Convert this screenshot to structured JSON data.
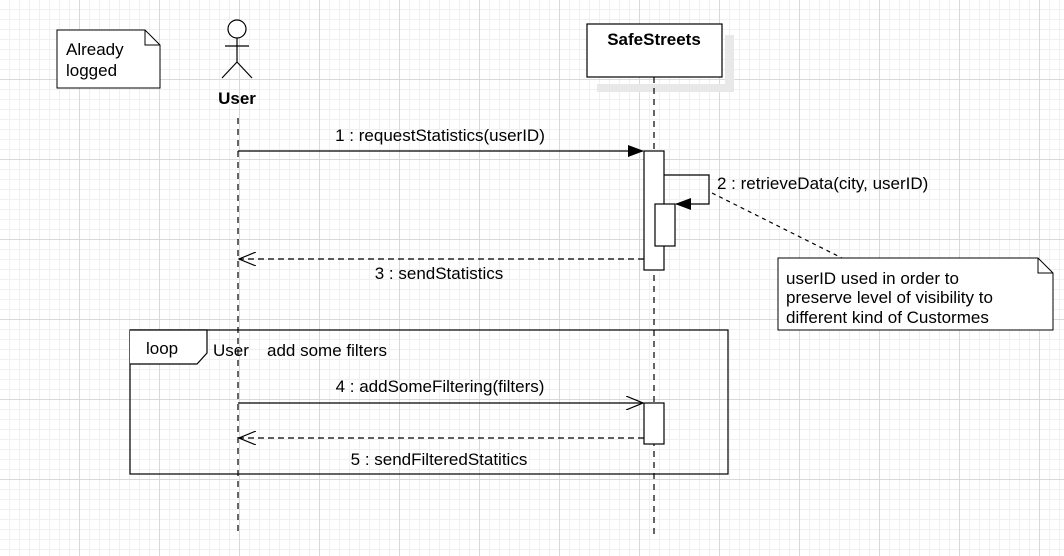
{
  "actor": {
    "name": "User"
  },
  "participant": {
    "name": "SafeStreets"
  },
  "notes": {
    "already_logged": {
      "line1": "Already",
      "line2": "logged"
    },
    "user_id": {
      "line1": "userID used in order to",
      "line2": "preserve level of visibility to",
      "line3": "different kind of Custormes"
    }
  },
  "messages": {
    "m1": "1 : requestStatistics(userID)",
    "m2": "2 : retrieveData(city, userID)",
    "m3": "3 : sendStatistics",
    "m4": "4 : addSomeFiltering(filters)",
    "m5": "5 : sendFilteredStatitics"
  },
  "loop": {
    "label": "loop",
    "guard_user": "User",
    "guard_text": "add some filters"
  }
}
